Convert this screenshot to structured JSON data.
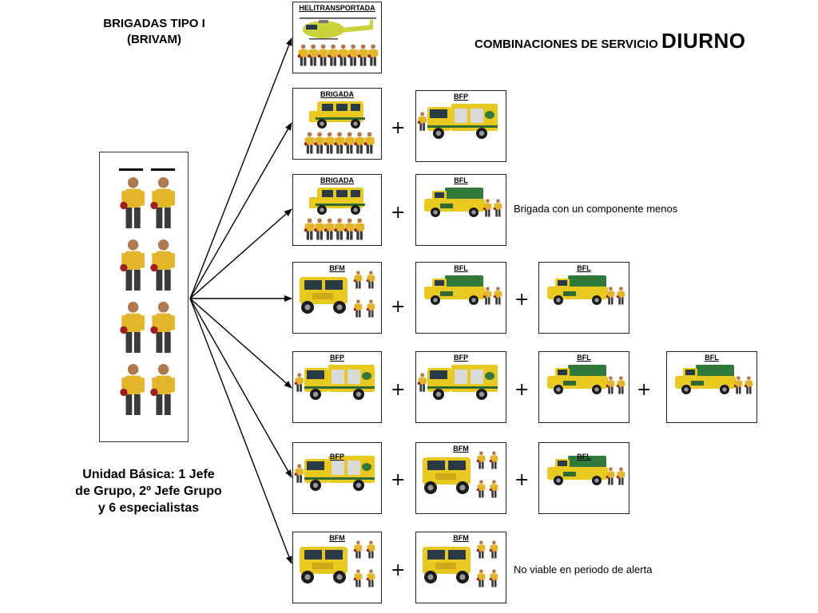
{
  "header": {
    "left_title_line1": "BRIGADAS TIPO I",
    "left_title_line2": "(BRIVAM)",
    "right_title_prefix": "COMBINACIONES DE SERVICIO",
    "right_title_emphasis": "DIURNO"
  },
  "basic_unit": {
    "line1": "Unidad Básica: 1 Jefe",
    "line2": "de Grupo, 2º Jefe Grupo",
    "line3": "y 6 especialistas"
  },
  "combinations": [
    {
      "units": [
        "HELITRANSPORTADA"
      ],
      "note": ""
    },
    {
      "units": [
        "BRIGADA",
        "BFP"
      ],
      "note": ""
    },
    {
      "units": [
        "BRIGADA",
        "BFL"
      ],
      "note": "Brigada con un componente menos"
    },
    {
      "units": [
        "BFM",
        "BFL",
        "BFL"
      ],
      "note": ""
    },
    {
      "units": [
        "BFP",
        "BFP",
        "BFL",
        "BFL"
      ],
      "note": ""
    },
    {
      "units": [
        "BFP",
        "BFM",
        "BFL"
      ],
      "note": ""
    },
    {
      "units": [
        "BFM",
        "BFM"
      ],
      "note": "No viable en periodo de alerta"
    }
  ],
  "plus_symbol": "+",
  "colors": {
    "firefighter_uniform": "#e3b52a",
    "firefighter_pants": "#3a3a3a",
    "vehicle_yellow": "#e9c820",
    "vehicle_green_canopy": "#2f7a3a",
    "helicopter_yellow": "#c9d23a",
    "arrow": "#000000"
  },
  "icons": [
    "firefighter-icon",
    "helicopter-icon",
    "land-rover-icon",
    "pickup-canopy-icon",
    "fire-truck-icon",
    "unimog-truck-icon",
    "arrow-icon"
  ]
}
